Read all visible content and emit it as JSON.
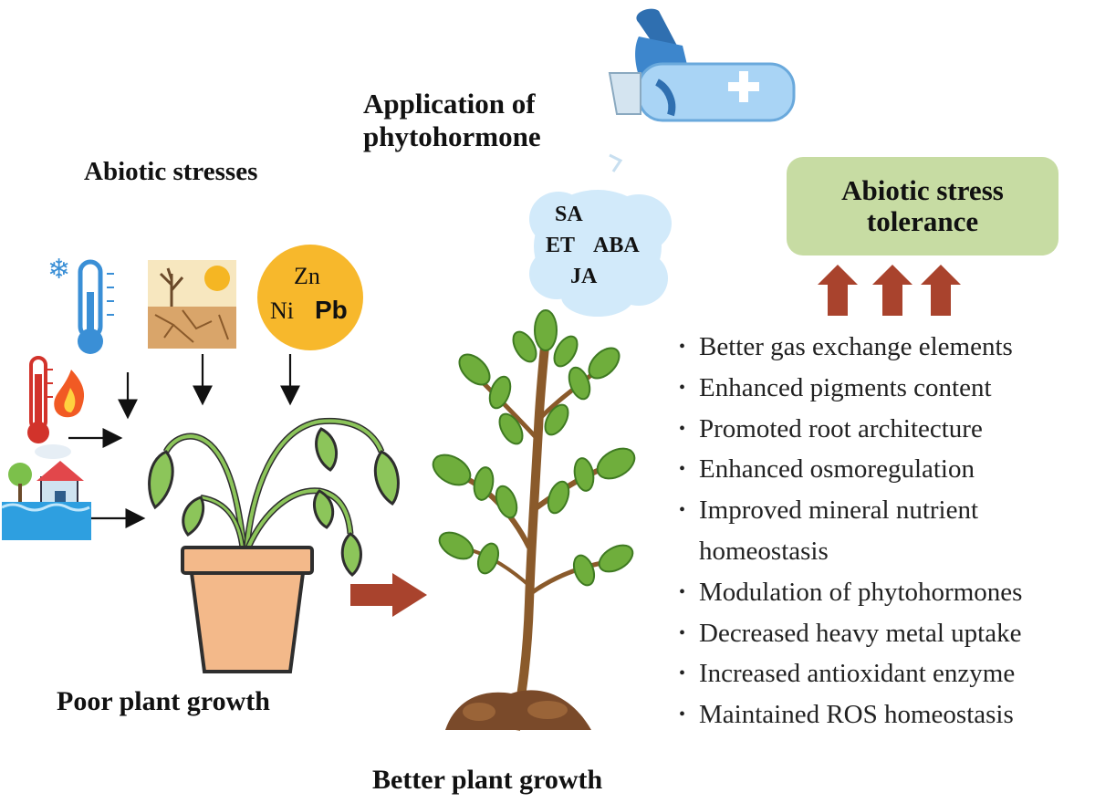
{
  "labels": {
    "abiotic_stresses": "Abiotic stresses",
    "application_line1": "Application of",
    "application_line2": "phytohormone",
    "poor_growth": "Poor plant growth",
    "better_growth": "Better plant growth",
    "tolerance_line1": "Abiotic stress",
    "tolerance_line2": "tolerance"
  },
  "phytohormones": [
    "SA",
    "ET",
    "ABA",
    "JA"
  ],
  "heavy_metals": [
    "Zn",
    "Ni",
    "Pb"
  ],
  "stress_icons": [
    "thermometer-cold-icon",
    "drought-icon",
    "heavy-metal-icon",
    "thermometer-heat-icon",
    "flood-icon"
  ],
  "benefits": [
    "Better gas exchange elements",
    "Enhanced pigments content",
    "Promoted root architecture",
    "Enhanced osmoregulation",
    "Improved mineral nutrient",
    "homeostasis",
    "Modulation of phytohormones",
    "Decreased heavy metal uptake",
    "Increased antioxidant enzyme",
    "Maintained ROS homeostasis"
  ],
  "colors": {
    "tolerance_box": "#c7dca3",
    "arrow_red": "#a9432d",
    "pot": "#f3b98a",
    "leaf": "#8cc55a",
    "metal_circle": "#f7b82c"
  }
}
